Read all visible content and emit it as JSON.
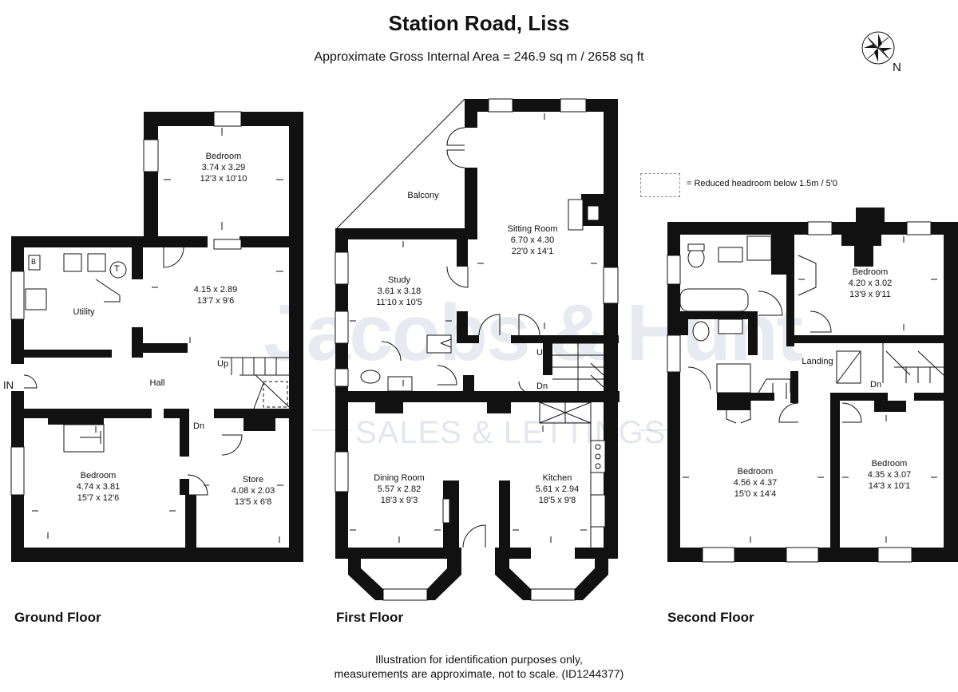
{
  "title": "Station Road, Liss",
  "subtitle": "Approximate Gross Internal Area = 246.9 sq m / 2658 sq ft",
  "legend": {
    "text": "= Reduced headroom below 1.5m / 5'0"
  },
  "compass": {
    "north_label": "N"
  },
  "watermark": {
    "line1": "Jacobs & Hunt",
    "line2": "SALES & LETTINGS"
  },
  "floors": {
    "ground": {
      "label": "Ground Floor",
      "rooms": {
        "bedroom1": {
          "name": "Bedroom",
          "metric": "3.74 x 3.29",
          "imperial": "12'3 x 10'10"
        },
        "room": {
          "name": "",
          "metric": "4.15 x 2.89",
          "imperial": "13'7 x 9'6"
        },
        "utility": {
          "name": "Utility"
        },
        "hall": {
          "name": "Hall"
        },
        "bedroom2": {
          "name": "Bedroom",
          "metric": "4.74 x 3.81",
          "imperial": "15'7 x 12'6"
        },
        "store": {
          "name": "Store",
          "metric": "4.08 x 2.03",
          "imperial": "13'5 x 6'8"
        }
      },
      "marks": {
        "entry": "IN",
        "up": "Up",
        "down": "Dn",
        "boiler": "B",
        "tank": "T"
      }
    },
    "first": {
      "label": "First Floor",
      "rooms": {
        "balcony": {
          "name": "Balcony"
        },
        "sitting": {
          "name": "Sitting Room",
          "metric": "6.70 x 4.30",
          "imperial": "22'0 x 14'1"
        },
        "study": {
          "name": "Study",
          "metric": "3.61 x 3.18",
          "imperial": "11'10 x 10'5"
        },
        "dining": {
          "name": "Dining Room",
          "metric": "5.57 x 2.82",
          "imperial": "18'3 x 9'3"
        },
        "kitchen": {
          "name": "Kitchen",
          "metric": "5.61 x 2.94",
          "imperial": "18'5 x 9'8"
        }
      },
      "marks": {
        "up": "Up",
        "down": "Dn"
      }
    },
    "second": {
      "label": "Second Floor",
      "rooms": {
        "bedroom_tr": {
          "name": "Bedroom",
          "metric": "4.20 x 3.02",
          "imperial": "13'9 x 9'11"
        },
        "landing": {
          "name": "Landing"
        },
        "bedroom_bl": {
          "name": "Bedroom",
          "metric": "4.56 x 4.37",
          "imperial": "15'0 x 14'4"
        },
        "bedroom_br": {
          "name": "Bedroom",
          "metric": "4.35 x 3.07",
          "imperial": "14'3 x 10'1"
        }
      },
      "marks": {
        "down": "Dn"
      }
    }
  },
  "footer": {
    "line1": "Illustration for identification purposes only,",
    "line2": "measurements are approximate, not to scale. (ID1244377)"
  }
}
